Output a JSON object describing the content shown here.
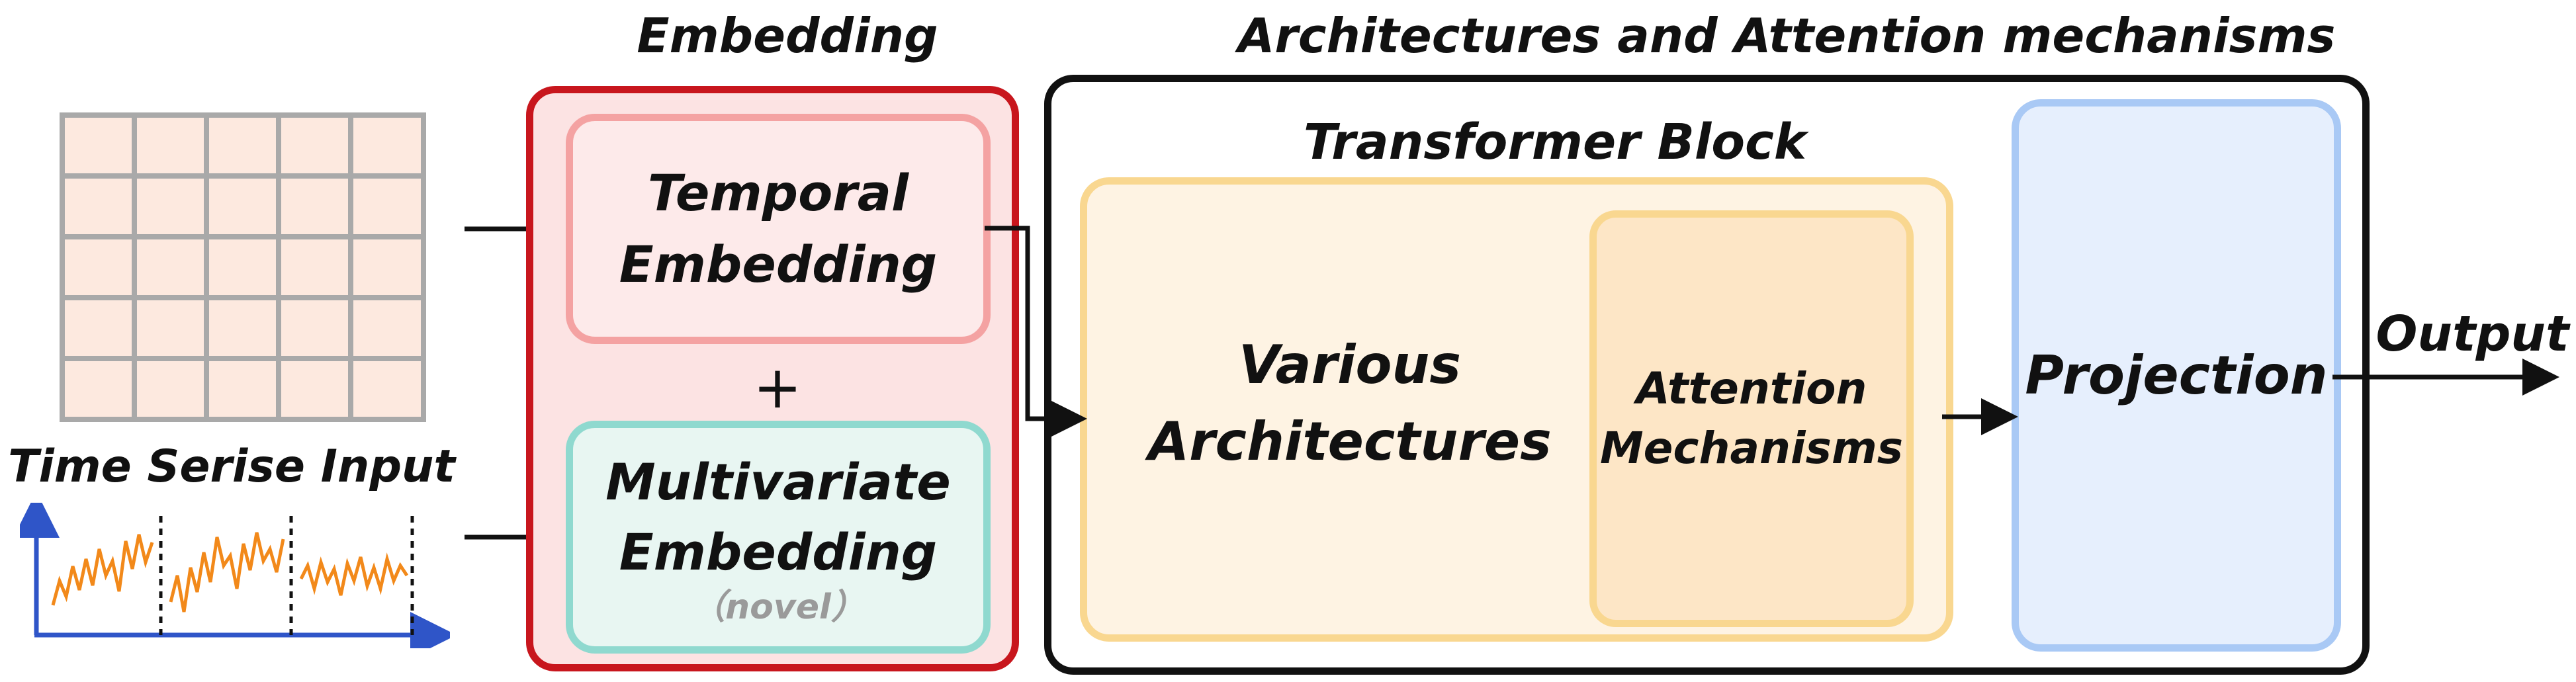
{
  "titles": {
    "embedding": "Embedding",
    "architectures": "Architectures and Attention mechanisms",
    "transformer_block": "Transformer Block"
  },
  "input": {
    "label": "Time Serise Input"
  },
  "embedding": {
    "temporal": [
      "Temporal",
      "Embedding"
    ],
    "plus": "+",
    "multivariate": [
      "Multivariate",
      "Embedding"
    ],
    "novel": "（novel）"
  },
  "blocks": {
    "various": [
      "Various",
      "Architectures"
    ],
    "attention": [
      "Attention",
      "Mechanisms"
    ],
    "projection": "Projection"
  },
  "output": "Output",
  "colors": {
    "embedding_box": "#c8161d",
    "embedding_fill": "#fce3e3",
    "temporal_border": "#f4a2a2",
    "temporal_fill": "#fdeaea",
    "multivariate_border": "#8fd9cf",
    "multivariate_fill": "#e8f6f2",
    "transformer_border": "#f9d790",
    "transformer_fill": "#fef3e3",
    "attention_fill": "#fde6c6",
    "projection_border": "#a9c9f5",
    "projection_fill": "#e6effd",
    "grid_fill": "#fde9df",
    "grid_line": "#a9a9a9",
    "series_line": "#f2891a",
    "axis": "#2f55c8"
  }
}
